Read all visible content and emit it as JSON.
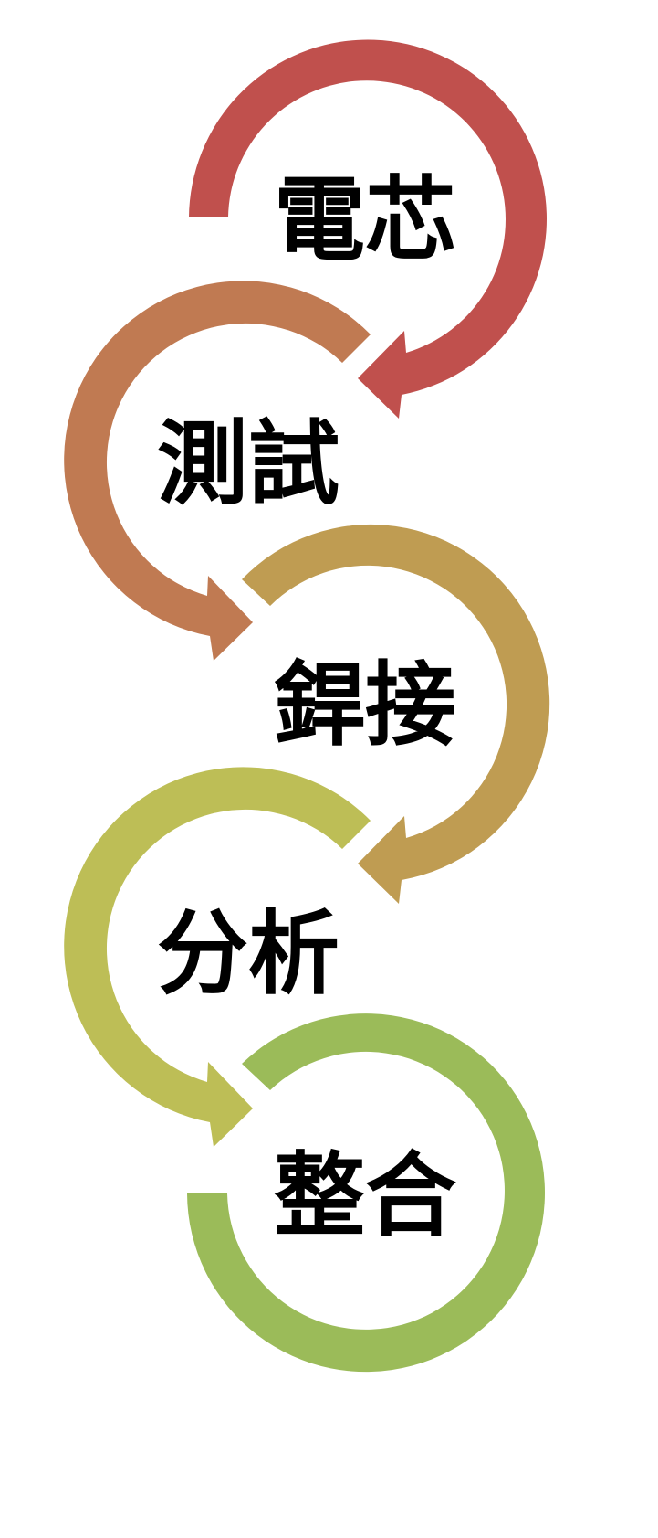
{
  "steps": [
    {
      "label": "電芯",
      "color": "#C0504D"
    },
    {
      "label": "測試",
      "color": "#C07A52"
    },
    {
      "label": "銲接",
      "color": "#BF9C52"
    },
    {
      "label": "分析",
      "color": "#BDBE56"
    },
    {
      "label": "整合",
      "color": "#9BBB59"
    }
  ]
}
